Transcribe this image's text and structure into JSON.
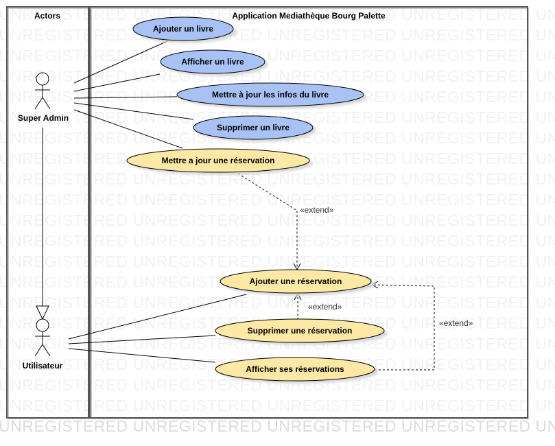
{
  "watermark": {
    "text": "UNREGISTERED"
  },
  "actors_panel": {
    "title": "Actors"
  },
  "system": {
    "title": "Application Mediathèque Bourg Palette"
  },
  "actors": {
    "super_admin": "Super Admin",
    "utilisateur": "Utilisateur"
  },
  "use_cases": {
    "ajouter_livre": "Ajouter un livre",
    "afficher_livre": "Afficher un livre",
    "maj_infos_livre": "Mettre à jour les infos du livre",
    "supprimer_livre": "Supprimer un livre",
    "maj_reservation": "Mettre a jour une réservation",
    "ajouter_reservation": "Ajouter une réservation",
    "supprimer_reservation": "Supprimer une réservation",
    "afficher_reservations": "Afficher ses réservations"
  },
  "relations": {
    "extend_1": "«extend»",
    "extend_2": "«extend»",
    "extend_3": "«extend»"
  },
  "colors": {
    "use_case_admin": "#a9c2f5",
    "use_case_shared": "#fde9a5",
    "frame": "#555555"
  }
}
